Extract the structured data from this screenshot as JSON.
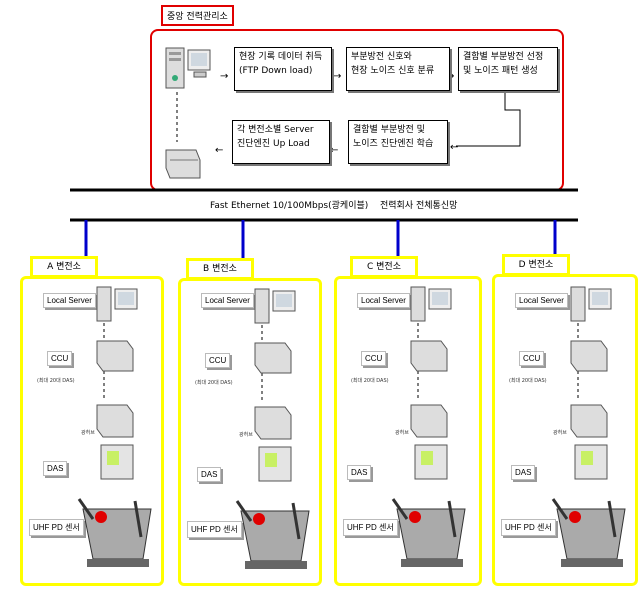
{
  "center": {
    "title": "중앙 전력관리소",
    "steps": [
      {
        "line1": "현장 기록 데이터 취득",
        "line2": "(FTP Down load)"
      },
      {
        "line1": "부분방전 신호와",
        "line2": "현장 노이즈 신호 분류"
      },
      {
        "line1": "결함별 부분방전 선정",
        "line2": "및 노이즈 패턴 생성"
      },
      {
        "line1": "결함별 부분방전 및",
        "line2": "노이즈 진단엔진 학습"
      },
      {
        "line1": "각 변전소별 Server",
        "line2": "진단엔진 Up Load"
      }
    ]
  },
  "network": {
    "ethernet_label": "Fast Ethernet 10/100Mbps(광케이블)",
    "company_label": "전력회사 전체통신망"
  },
  "substations": [
    {
      "title": "A 변전소",
      "local_server": "Local Server",
      "ccu": "CCU",
      "ccu_sub": "(최대 20대 DAS)",
      "hub": "광허브",
      "das": "DAS",
      "sensor": "UHF PD 센서"
    },
    {
      "title": "B 변전소",
      "local_server": "Local Server",
      "ccu": "CCU",
      "ccu_sub": "(최대 20대 DAS)",
      "hub": "광허브",
      "das": "DAS",
      "sensor": "UHF PD 센서"
    },
    {
      "title": "C 변전소",
      "local_server": "Local Server",
      "ccu": "CCU",
      "ccu_sub": "(최대 20대 DAS)",
      "hub": "광허브",
      "das": "DAS",
      "sensor": "UHF PD 센서"
    },
    {
      "title": "D 변전소",
      "local_server": "Local Server",
      "ccu": "CCU",
      "ccu_sub": "(최대 20대 DAS)",
      "hub": "광허브",
      "das": "DAS",
      "sensor": "UHF PD 센서"
    }
  ],
  "colors": {
    "center_border": "#e00000",
    "substation_border": "#ffff00",
    "link": "#0000cc",
    "backbone": "#000000"
  }
}
